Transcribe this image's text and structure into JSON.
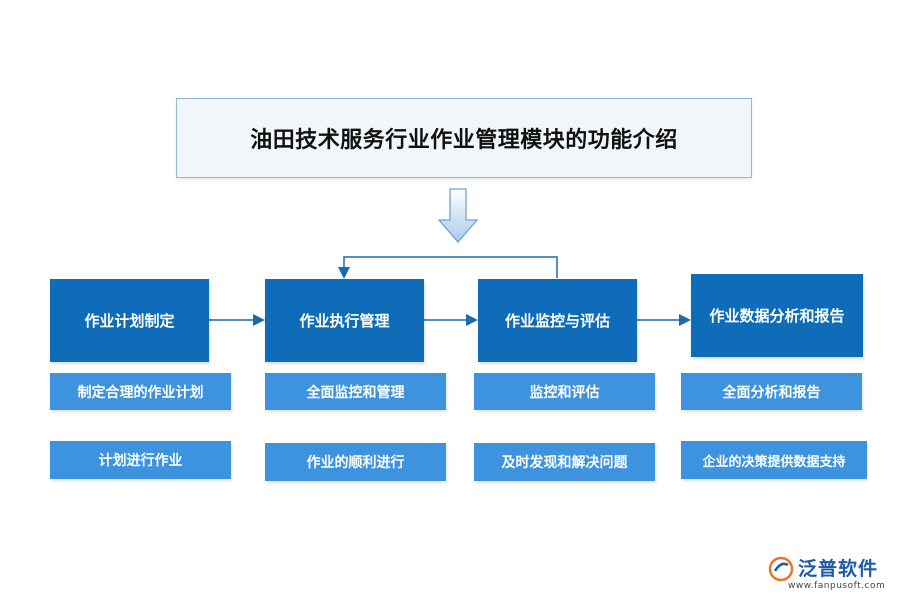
{
  "title": "油田技术服务行业作业管理模块的功能介绍",
  "columns": [
    {
      "main": "作业计划制定",
      "subs": [
        "制定合理的作业计划",
        "计划进行作业"
      ]
    },
    {
      "main": "作业执行管理",
      "subs": [
        "全面监控和管理",
        "作业的顺利进行"
      ]
    },
    {
      "main": "作业监控与评估",
      "subs": [
        "监控和评估",
        "及时发现和解决问题"
      ]
    },
    {
      "main": "作业数据分析和报告",
      "subs": [
        "全面分析和报告",
        "企业的决策提供数据支持"
      ]
    }
  ],
  "logo": {
    "name": "泛普软件",
    "url": "www.fanpusoft.com"
  },
  "colors": {
    "main_box": "#0f6cb8",
    "sub_box": "#3d93dd",
    "title_border": "#8fb6d2",
    "title_bg": "#f1f6f9",
    "arrow": "#1a6ab0"
  }
}
